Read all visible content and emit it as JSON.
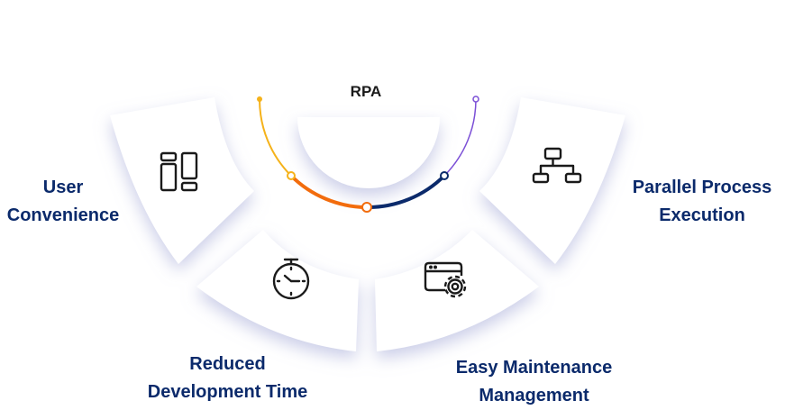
{
  "center": {
    "title": "RPA"
  },
  "segments": [
    {
      "id": "user",
      "label_lines": [
        "User",
        "Convenience"
      ],
      "icon": "layout-panels-icon"
    },
    {
      "id": "reduced",
      "label_lines": [
        "Reduced",
        "Development Time"
      ],
      "icon": "stopwatch-icon"
    },
    {
      "id": "easy",
      "label_lines": [
        "Easy Maintenance",
        "Management"
      ],
      "icon": "browser-gear-icon"
    },
    {
      "id": "parallel",
      "label_lines": [
        "Parallel Process",
        "Execution"
      ],
      "icon": "sitemap-icon"
    }
  ],
  "colors": {
    "label": "#0b2a6b",
    "arc_yellow": "#f5b21a",
    "arc_orange": "#f26c0d",
    "arc_navy": "#0b2a6b",
    "arc_purple": "#7b4fd6",
    "icon": "#1a1a1a"
  }
}
